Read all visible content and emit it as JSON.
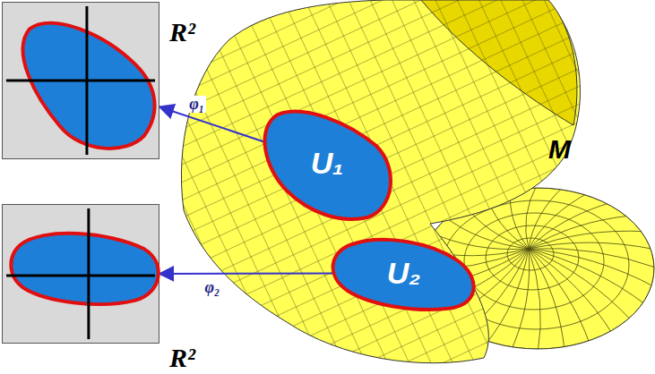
{
  "diagram": {
    "nodes": [
      {
        "text": [
          "R²"
        ]
      },
      {
        "text": [
          "U₁"
        ]
      },
      {
        "text": [
          "U₂"
        ]
      },
      {
        "text": [
          "R²"
        ]
      }
    ],
    "edges": [
      {
        "from": 1,
        "to": 0,
        "arrow": "to",
        "label": "φ₁"
      },
      {
        "from": 2,
        "to": 3,
        "arrow": "to",
        "label": "φ₂"
      }
    ],
    "labels": [
      "M"
    ]
  }
}
